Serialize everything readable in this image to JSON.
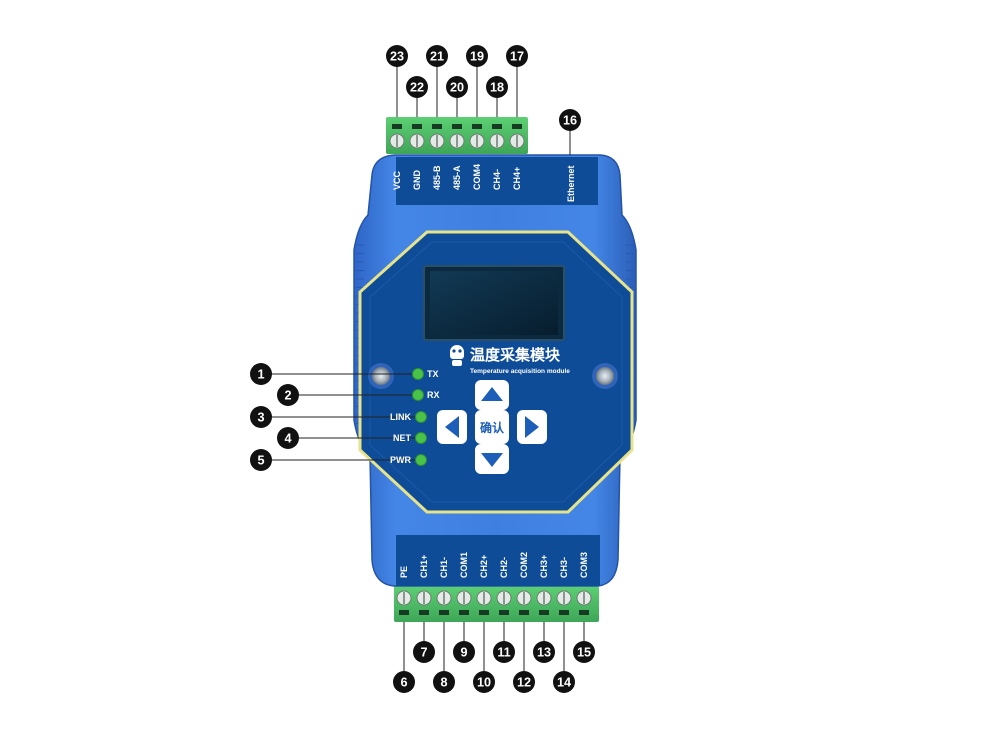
{
  "top_terminals": [
    {
      "label": "VCC",
      "number": "23"
    },
    {
      "label": "GND",
      "number": "22"
    },
    {
      "label": "485-B",
      "number": "21"
    },
    {
      "label": "485-A",
      "number": "20"
    },
    {
      "label": "COM4",
      "number": "19"
    },
    {
      "label": "CH4-",
      "number": "18"
    },
    {
      "label": "CH4+",
      "number": "17"
    }
  ],
  "ethernet": {
    "label": "Ethernet",
    "number": "16"
  },
  "bottom_terminals": [
    {
      "label": "PE",
      "number": "6"
    },
    {
      "label": "CH1+",
      "number": "7"
    },
    {
      "label": "CH1-",
      "number": "8"
    },
    {
      "label": "COM1",
      "number": "9"
    },
    {
      "label": "CH2+",
      "number": "10"
    },
    {
      "label": "CH2-",
      "number": "11"
    },
    {
      "label": "COM2",
      "number": "12"
    },
    {
      "label": "CH3+",
      "number": "13"
    },
    {
      "label": "CH3-",
      "number": "14"
    },
    {
      "label": "COM3",
      "number": "15"
    }
  ],
  "leds": [
    {
      "label": "TX",
      "number": "1"
    },
    {
      "label": "RX",
      "number": "2"
    },
    {
      "label": "LINK",
      "number": "3"
    },
    {
      "label": "NET",
      "number": "4"
    },
    {
      "label": "PWR",
      "number": "5"
    }
  ],
  "brand": {
    "title": "温度采集模块",
    "subtitle": "Temperature acquisition module"
  },
  "keypad": {
    "confirm_label": "确认",
    "up_icon": "arrow-up-icon",
    "down_icon": "arrow-down-icon",
    "left_icon": "arrow-left-icon",
    "right_icon": "arrow-right-icon"
  },
  "colors": {
    "housing": "#3f7fe0",
    "housing_dark": "#2b5fb8",
    "panel": "#0f4c97",
    "accent_outline": "#e7e38a",
    "terminal_green": "#4fbf6a",
    "led_green": "#49c24a",
    "screen": "#0b2a40",
    "callout": "#111111"
  }
}
